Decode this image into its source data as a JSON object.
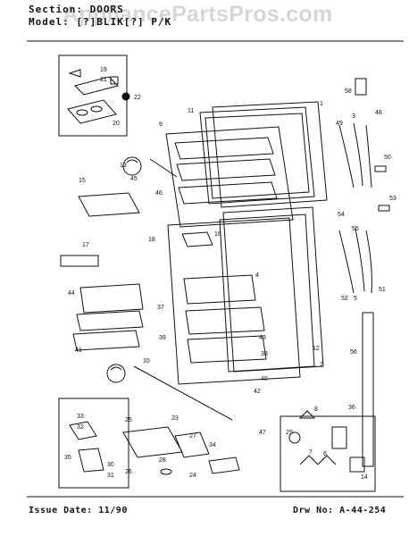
{
  "header": {
    "section_line": "Section: DOORS",
    "model_line": "Model: [?]BLIK[?] P/K",
    "watermark": "AppliancePartsPros.com"
  },
  "footer": {
    "issue_date": "Issue Date: 11/90",
    "drawing_number": "Drw No: A-44-254"
  },
  "callouts": [
    "19",
    "21",
    "22",
    "20",
    "11",
    "9",
    "1",
    "58",
    "49",
    "3",
    "48",
    "13",
    "45",
    "46",
    "50",
    "53",
    "54",
    "55",
    "15",
    "18",
    "16",
    "4",
    "17",
    "44",
    "37",
    "39",
    "41",
    "10",
    "52",
    "5",
    "51",
    "56",
    "38",
    "43",
    "12",
    "2",
    "42",
    "40",
    "47",
    "33",
    "32",
    "35",
    "31",
    "30",
    "25",
    "28",
    "26",
    "27",
    "23",
    "24",
    "34",
    "8",
    "29",
    "36",
    "7",
    "6",
    "14"
  ],
  "colors": {
    "line": "#111111",
    "background": "#ffffff",
    "watermark": "#c9c9c9"
  }
}
